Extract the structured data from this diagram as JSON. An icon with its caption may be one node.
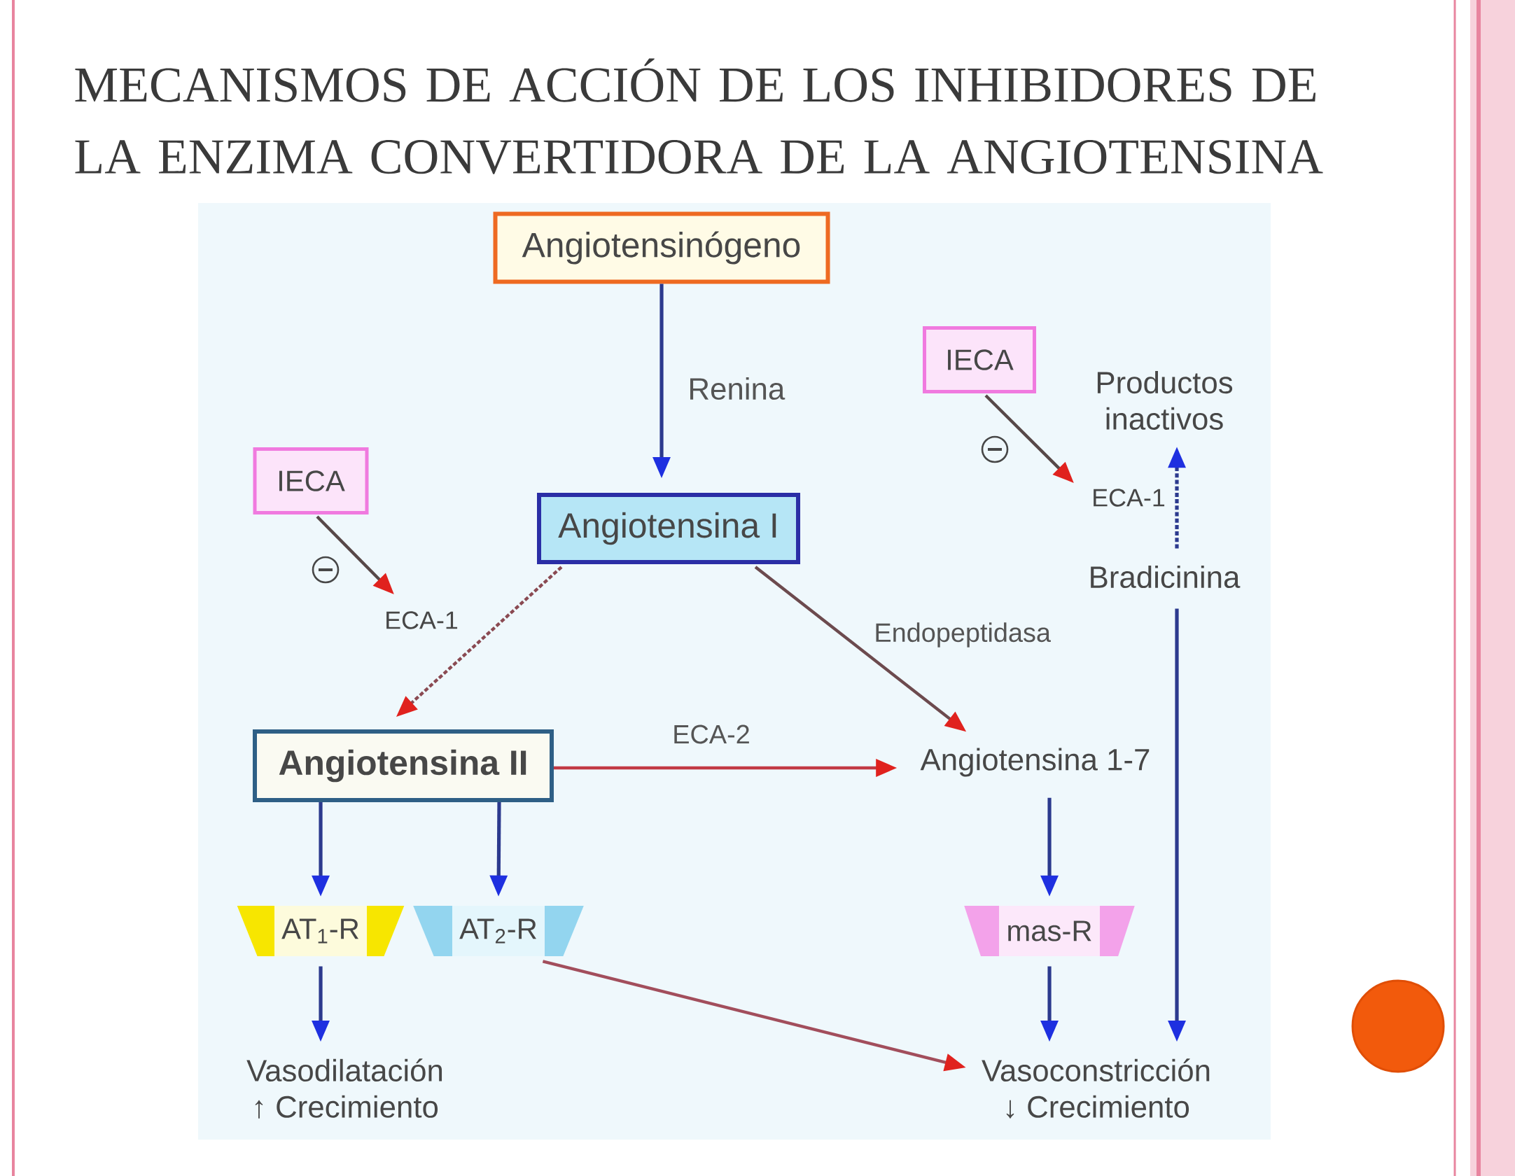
{
  "diagram": {
    "title": "MECANISMOS DE ACCIÓN DE LOS INHIBIDORES DE LA ENZIMA CONVERTIDORA DE LA ANGIOTENSINA",
    "nodes": [
      {
        "text": [
          "Angiotensinógeno"
        ]
      },
      {
        "text": [
          "IECA"
        ]
      },
      {
        "text": [
          "Productos inactivos"
        ]
      },
      {
        "text": [
          "IECA"
        ]
      },
      {
        "text": [
          "ECA-1"
        ]
      },
      {
        "text": [
          "Angiotensina I"
        ]
      },
      {
        "text": [
          "Bradicinina"
        ]
      },
      {
        "text": [
          "ECA-1"
        ]
      },
      {
        "text": [
          "Angiotensina II"
        ]
      },
      {
        "text": [
          "Angiotensina 1-7"
        ]
      },
      {
        "text": [
          "AT$_{1}$-R"
        ]
      },
      {
        "text": [
          "AT$_{2}$-R"
        ]
      },
      {
        "text": [
          "mas-R"
        ]
      },
      {
        "text": [
          "Vasodilatación",
          "↑ Crecimiento"
        ]
      },
      {
        "text": [
          "Vasoconstricción",
          "↓ Crecimiento"
        ]
      }
    ],
    "edges": [
      {
        "from": 0,
        "to": 5,
        "arrow": "to",
        "label": "Renina"
      },
      {
        "from": 3,
        "to": 7,
        "arrow": "to",
        "color": "#574848"
      },
      {
        "from": 1,
        "to": 4,
        "arrow": "to",
        "color": "#574848"
      },
      {
        "from": 5,
        "to": 8,
        "arrow": "to",
        "style": "dashed",
        "color": "#8a4a52"
      },
      {
        "from": 5,
        "to": 9,
        "arrow": "to",
        "label": "Endopeptidasa",
        "color": "#6c4a4e"
      },
      {
        "from": 8,
        "to": 9,
        "arrow": "to",
        "label": "ECA-2",
        "color": "#c23a44"
      },
      {
        "from": 6,
        "to": 2,
        "arrow": "to",
        "style": "dashed"
      },
      {
        "from": 6,
        "to": 14,
        "arrow": "to"
      },
      {
        "from": 8,
        "to": 10,
        "arrow": "to"
      },
      {
        "from": 8,
        "to": 11,
        "arrow": "to"
      },
      {
        "from": 9,
        "to": 12,
        "arrow": "to"
      },
      {
        "from": 10,
        "to": 13,
        "arrow": "to"
      },
      {
        "from": 11,
        "to": 14,
        "arrow": "to",
        "color": "#a24e5c"
      },
      {
        "from": 12,
        "to": 14,
        "arrow": "to"
      }
    ]
  }
}
